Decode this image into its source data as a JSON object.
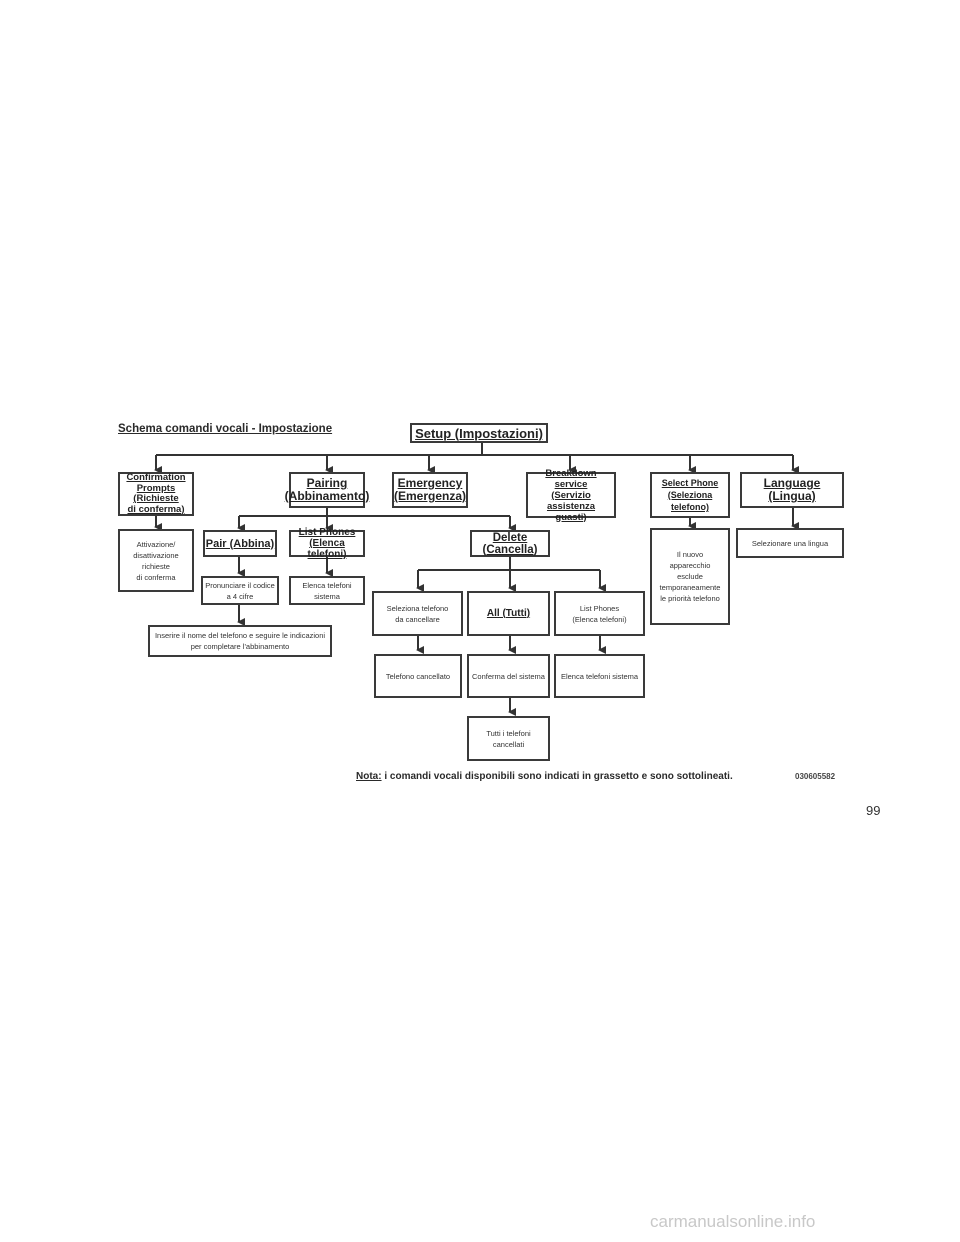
{
  "title": "Schema comandi vocali - Impostazione",
  "root": {
    "lines": [
      "Setup (Impostazioni)"
    ]
  },
  "level1": {
    "confirmation": {
      "lines": [
        "Confirmation",
        "Prompts",
        "(Richieste",
        "di conferma)"
      ]
    },
    "pairing": {
      "lines": [
        "Pairing",
        "(Abbinamento)"
      ]
    },
    "emergency": {
      "lines": [
        "Emergency",
        "(Emergenza)"
      ]
    },
    "breakdown": {
      "lines": [
        "Breakdown service",
        "(Servizio assistenza",
        "guasti)"
      ]
    },
    "select_phone": {
      "lines": [
        "Select Phone",
        "(Seleziona telefono)"
      ]
    },
    "language": {
      "lines": [
        "Language",
        "(Lingua)"
      ]
    }
  },
  "confirmation_info": {
    "lines": [
      "Attivazione/",
      "disattivazione",
      "richieste",
      "di conferma"
    ]
  },
  "pair": {
    "lines": [
      "Pair (Abbina)"
    ]
  },
  "list_phones": {
    "lines": [
      "List Phones",
      "(Elenca telefoni)"
    ]
  },
  "delete": {
    "lines": [
      "Delete",
      "(Cancella)"
    ]
  },
  "pin_info": {
    "lines": [
      "Pronunciare il codice",
      "a 4 cifre"
    ]
  },
  "list_phones_info": {
    "lines": [
      "Elenca telefoni",
      "sistema"
    ]
  },
  "name_info": {
    "lines": [
      "Inserire il nome del telefono e seguire le indicazioni",
      "per completare l'abbinamento"
    ]
  },
  "select_phone_info": {
    "lines": [
      "Il nuovo",
      "apparecchio",
      "esclude",
      "temporaneamente",
      "le priorità telefono"
    ]
  },
  "language_info": {
    "lines": [
      "Selezionare una lingua"
    ]
  },
  "delete_select": {
    "lines": [
      "Seleziona telefono",
      "da cancellare"
    ]
  },
  "delete_all": {
    "lines": [
      "All (Tutti)"
    ]
  },
  "delete_list": {
    "lines": [
      "List Phones",
      "(Elenca telefoni)"
    ]
  },
  "phone_deleted": {
    "lines": [
      "Telefono cancellato"
    ]
  },
  "system_confirm": {
    "lines": [
      "Conferma del sistema"
    ]
  },
  "list_system": {
    "lines": [
      "Elenca telefoni sistema"
    ]
  },
  "all_deleted": {
    "lines": [
      "Tutti i telefoni",
      "cancellati"
    ]
  },
  "note": {
    "label": "Nota:",
    "text": " i comandi vocali disponibili sono indicati in grassetto e sono sottolineati."
  },
  "code": "030605582",
  "page_number": "99",
  "watermark": "carmanualsonline.info"
}
